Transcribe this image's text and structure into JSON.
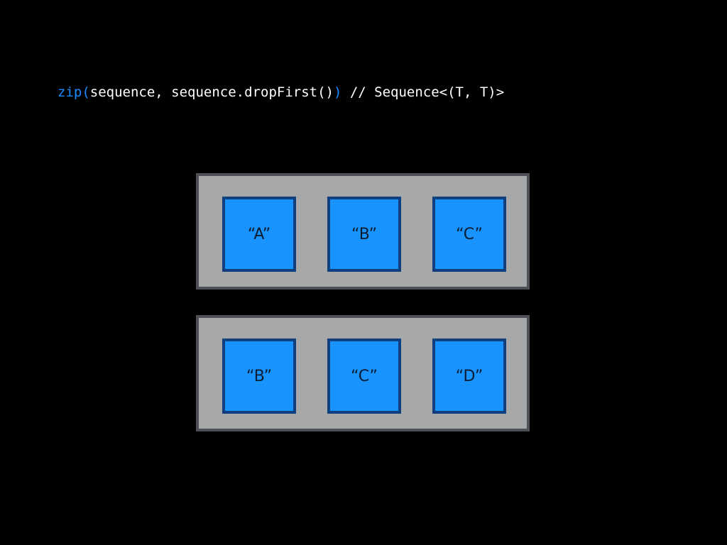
{
  "code": {
    "fn": "zip",
    "open_paren": "(",
    "args": "sequence, sequence.dropFirst()",
    "close_paren": ")",
    "comment": " // Sequence<(T, T)>"
  },
  "rows": [
    {
      "cells": [
        "“A”",
        "“B”",
        "“C”"
      ]
    },
    {
      "cells": [
        "“B”",
        "“C”",
        "“D”"
      ]
    }
  ],
  "colors": {
    "background": "#000000",
    "keyword": "#1a8cff",
    "container_fill": "#a6a8a9",
    "container_border": "#4d5157",
    "cell_fill": "#1994ff",
    "cell_border": "#0f3f7f",
    "cell_text": "#0b1b30"
  }
}
